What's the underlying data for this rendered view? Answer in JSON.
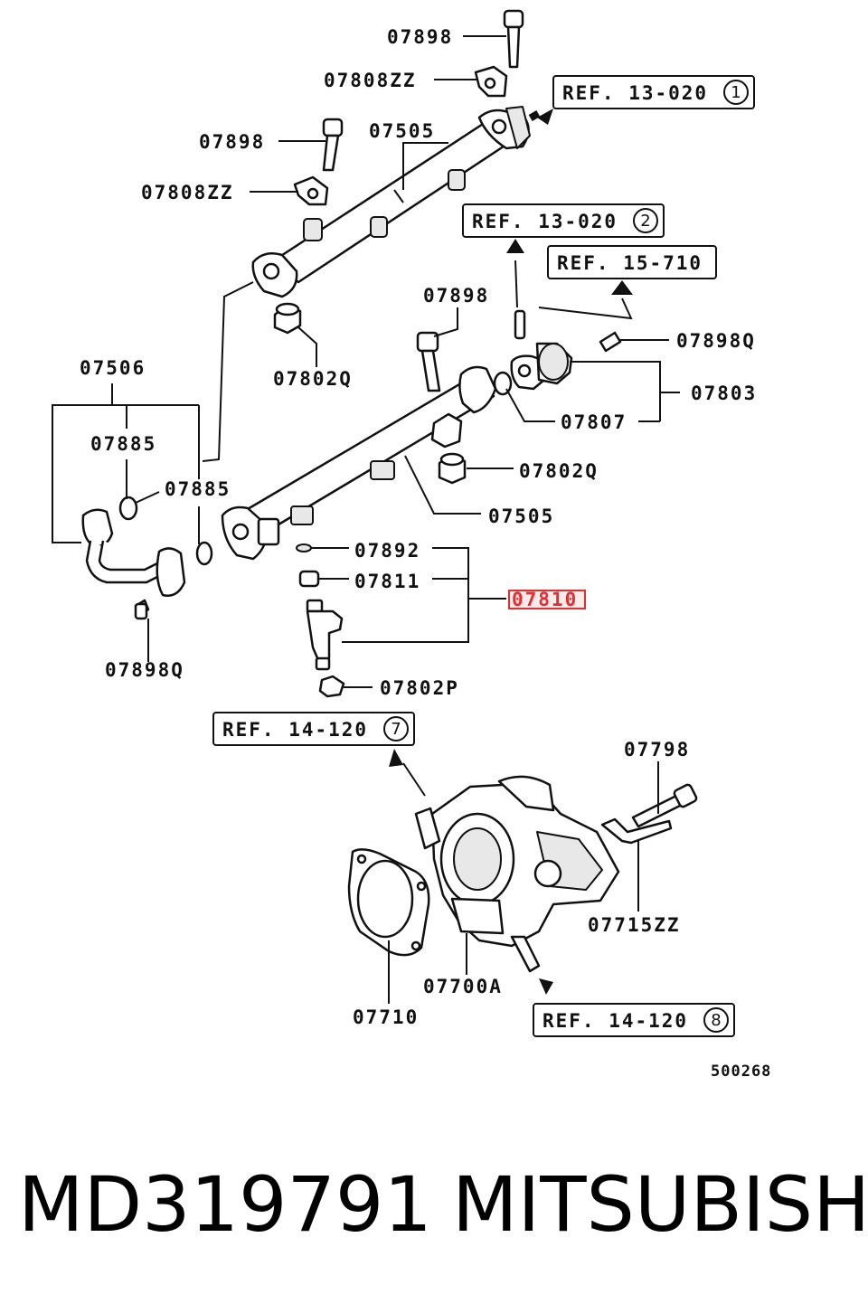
{
  "callouts": {
    "c07898_top": "07898",
    "c07808zz_top": "07808ZZ",
    "c07898_left": "07898",
    "c07505_top": "07505",
    "c07808zz_left": "07808ZZ",
    "c07898_mid": "07898",
    "c07898q_right": "07898Q",
    "c07802q_top": "07802Q",
    "c07506": "07506",
    "c07803": "07803",
    "c07885_a": "07885",
    "c07807": "07807",
    "c07802q_mid": "07802Q",
    "c07885_b": "07885",
    "c07505_mid": "07505",
    "c07892": "07892",
    "c07811": "07811",
    "c07810": "07810",
    "c07898q_left": "07898Q",
    "c07802p": "07802P",
    "c07798": "07798",
    "c07715zz": "07715ZZ",
    "c07700a": "07700A",
    "c07710": "07710"
  },
  "refs": {
    "r1": {
      "text": "REF. 13-020",
      "num": "1"
    },
    "r2": {
      "text": "REF. 13-020",
      "num": "2"
    },
    "r3": {
      "text": "REF. 15-710"
    },
    "r4": {
      "text": "REF. 14-120",
      "num": "7"
    },
    "r5": {
      "text": "REF. 14-120",
      "num": "8"
    }
  },
  "highlight_color": "#e03030",
  "diagram_code": "500268",
  "footer": {
    "part_number": "MD319791",
    "brand": "MITSUBISHI"
  }
}
